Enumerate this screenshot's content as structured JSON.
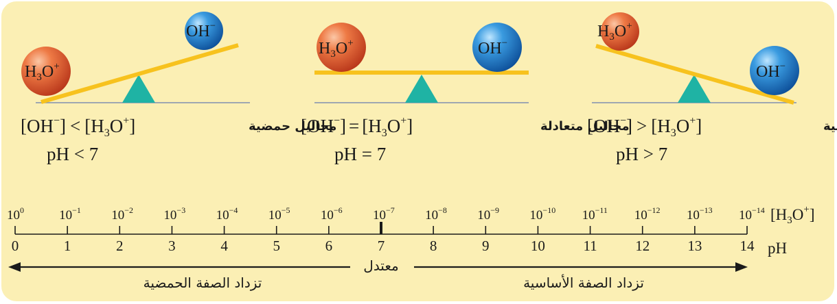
{
  "colors": {
    "background": "#fbefb4",
    "beam": "#f7c21e",
    "fulcrum": "#1fb3a4",
    "base_line": "#7f8fb0",
    "h3o_ball": "#e2572b",
    "oh_ball": "#1f7fcf",
    "axis": "#1a1a1a"
  },
  "icons": {
    "ion_ball": "sphere",
    "fulcrum": "triangle",
    "axis_arrow": "arrowhead"
  },
  "panels": [
    {
      "id": "acidic",
      "tilt": "left-down",
      "ions": {
        "h3o": {
          "base": "H",
          "sub": "3",
          "tail": "O",
          "sup": "+"
        },
        "oh": {
          "base": "OH",
          "sup": "−"
        }
      },
      "relation": {
        "left": {
          "open": "[",
          "base": "OH",
          "sup": "−",
          "close": "]"
        },
        "op": "<",
        "right": {
          "open": "[",
          "base": "H",
          "sub": "3",
          "tail": "O",
          "sup": "+",
          "close": "]"
        }
      },
      "label": "محاليل حمضية",
      "ph": {
        "text": "pH < 7"
      }
    },
    {
      "id": "neutral",
      "tilt": "level",
      "ions": {
        "h3o": {
          "base": "H",
          "sub": "3",
          "tail": "O",
          "sup": "+"
        },
        "oh": {
          "base": "OH",
          "sup": "−"
        }
      },
      "relation": {
        "left": {
          "open": "[",
          "base": "OH",
          "sup": "−",
          "close": "]"
        },
        "op": "=",
        "right": {
          "open": "[",
          "base": "H",
          "sub": "3",
          "tail": "O",
          "sup": "+",
          "close": "]"
        }
      },
      "label": "محاليل متعادلة",
      "ph": {
        "text": "pH = 7"
      }
    },
    {
      "id": "basic",
      "tilt": "right-down",
      "ions": {
        "h3o": {
          "base": "H",
          "sub": "3",
          "tail": "O",
          "sup": "+"
        },
        "oh": {
          "base": "OH",
          "sup": "−"
        }
      },
      "relation": {
        "left": {
          "open": "[",
          "base": "OH",
          "sup": "−",
          "close": "]"
        },
        "op": ">",
        "right": {
          "open": "[",
          "base": "H",
          "sub": "3",
          "tail": "O",
          "sup": "+",
          "close": "]"
        }
      },
      "label": "محاليل أساسية",
      "ph": {
        "text": "pH > 7"
      }
    }
  ],
  "scale": {
    "ph_values": [
      0,
      1,
      2,
      3,
      4,
      5,
      6,
      7,
      8,
      9,
      10,
      11,
      12,
      13,
      14
    ],
    "concentration_base": "10",
    "concentration_exponents": [
      "0",
      "−1",
      "−2",
      "−3",
      "−4",
      "−5",
      "−6",
      "−7",
      "−8",
      "−9",
      "−10",
      "−11",
      "−12",
      "−13",
      "−14"
    ],
    "concentration_unit": {
      "open": "[",
      "base": "H",
      "sub": "3",
      "tail": "O",
      "sup": "+",
      "close": "]"
    },
    "ph_unit": "pH",
    "neutral_label": "معتدل",
    "acidic_arrow_label": "تزداد الصفة الحمضية",
    "basic_arrow_label": "تزداد الصفة الأساسية"
  }
}
